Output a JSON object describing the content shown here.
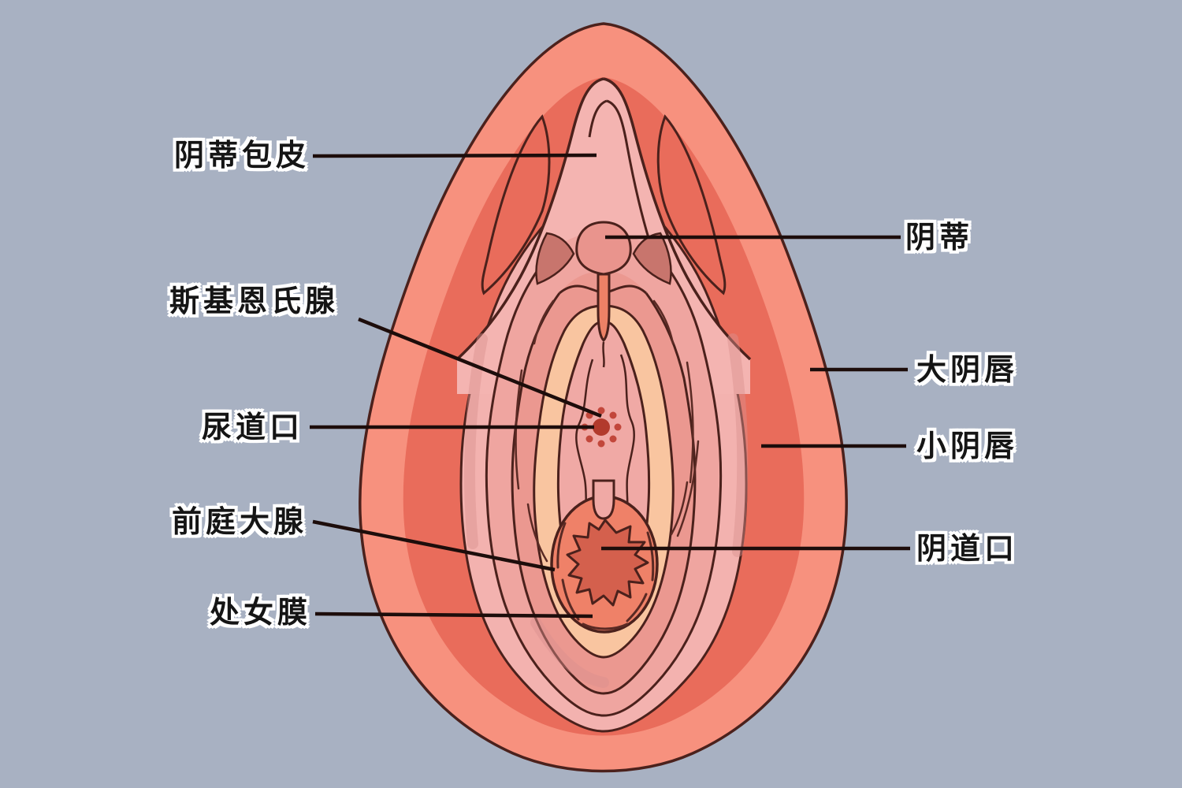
{
  "labels": {
    "left": [
      {
        "id": "clitoral-hood",
        "text": "阴蒂包皮"
      },
      {
        "id": "skene-glands",
        "text": "斯基恩氏腺"
      },
      {
        "id": "urethral-opening",
        "text": "尿道口"
      },
      {
        "id": "bartholin-gland",
        "text": "前庭大腺"
      },
      {
        "id": "hymen",
        "text": "处女膜"
      }
    ],
    "right": [
      {
        "id": "clitoris",
        "text": "阴蒂"
      },
      {
        "id": "labia-majora",
        "text": "大阴唇"
      },
      {
        "id": "labia-minora",
        "text": "小阴唇"
      },
      {
        "id": "vaginal-opening",
        "text": "阴道口"
      }
    ]
  },
  "palette": {
    "background": "#A8B1C2",
    "outer_skin": "#F7917E",
    "inner_coral": "#E96C5B",
    "labia_majora_band": "#F3B2AF",
    "labia_minora_band": "#EFA5A0",
    "inner_fold": "#EB9890",
    "cream_band": "#F9C5A0",
    "vestibule": "#F0A9A5",
    "hood": "#F4B4B1",
    "glans": "#E9948D",
    "glans_shadow": "#C8756D",
    "urethra_shaft": "#ED8166",
    "vaginal_ring": "#EF8168",
    "hymen_star": "#D4604D",
    "urethral_dot": "#B23A2C",
    "skene_dots": "#C2473B",
    "outline": "#4B211C",
    "leader_line": "#1D0D0B",
    "label_text": "#151515",
    "label_outline": "#FFFFFF"
  }
}
